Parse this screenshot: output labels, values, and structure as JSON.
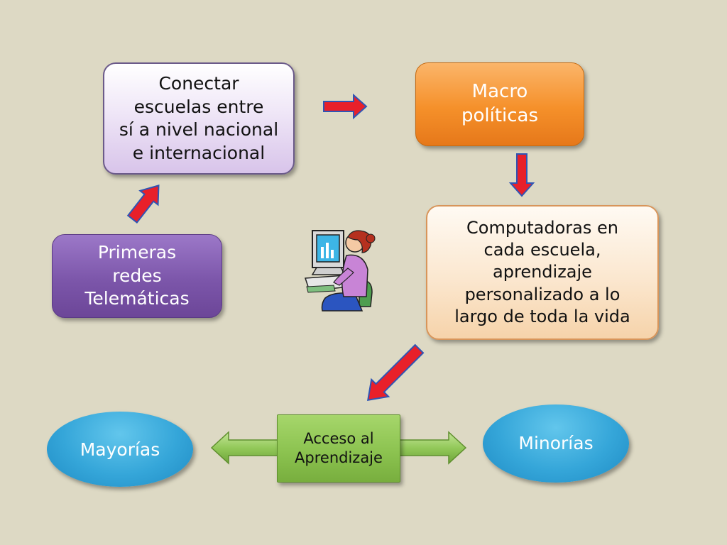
{
  "nodes": {
    "conectar": "Conectar\nescuelas entre\nsí a nivel nacional\ne internacional",
    "macro": "Macro\npolíticas",
    "primeras": "Primeras\nredes\nTelemáticas",
    "computadoras": "Computadoras en\ncada escuela,\naprendizaje\npersonalizado a lo\nlargo de toda la vida",
    "acceso": "Acceso al\nAprendizaje",
    "mayorias": "Mayorías",
    "minorias": "Minorías"
  },
  "colors": {
    "background": "#ddd9c4",
    "arrow_red": "#e8202a",
    "arrow_blue_outline": "#2f55b5",
    "double_arrow_green": "#93c95a",
    "conectar_box": "#efe6f7",
    "macro_box": "#f5902a",
    "primeras_box": "#7c56aa",
    "computadoras_box": "#fbe7cf",
    "acceso_box": "#8cc350",
    "ellipse_blue": "#35a6d9"
  },
  "icons": [
    "woman-at-computer-clipart-icon"
  ]
}
